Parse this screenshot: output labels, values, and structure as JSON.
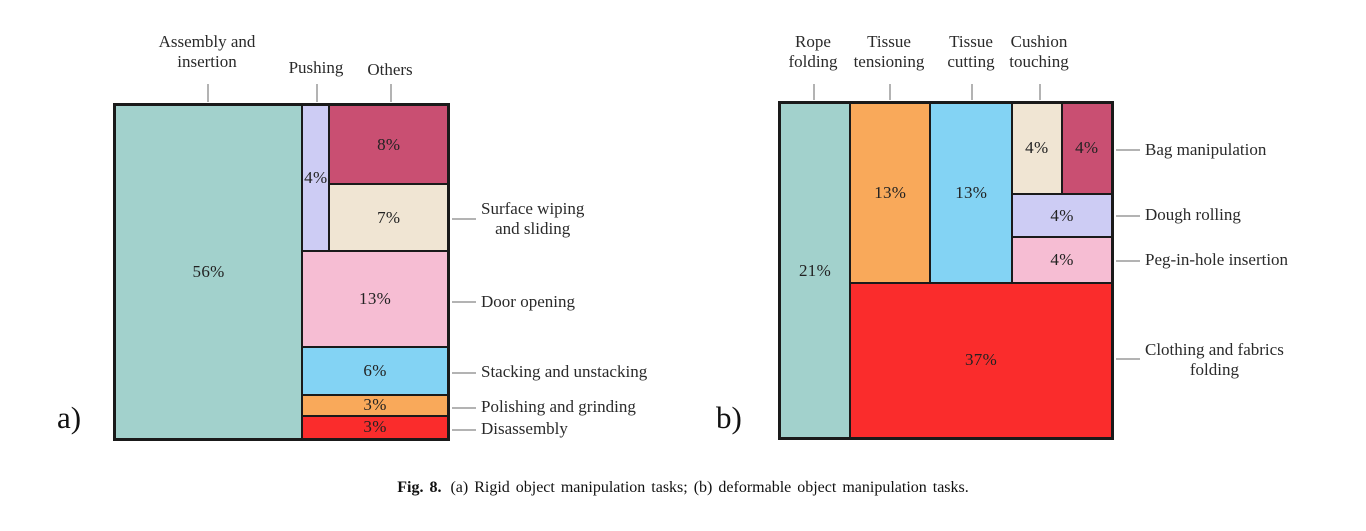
{
  "figure_caption": {
    "prefix": "Fig. 8.",
    "text": "(a) Rigid object manipulation tasks; (b) deformable object manipulation tasks."
  },
  "chart_data": [
    {
      "type": "treemap",
      "panel": "a)",
      "title": "Rigid object manipulation tasks",
      "unit": "percent",
      "blocks": [
        {
          "name": "Assembly and insertion",
          "pct": "56%",
          "value": 56,
          "color": "#a2d1cc",
          "annotation": "Assembly and\ninsertion",
          "annotation_side": "top"
        },
        {
          "name": "Pushing",
          "pct": "4%",
          "value": 4,
          "color": "#cdccf4",
          "annotation": "Pushing",
          "annotation_side": "top"
        },
        {
          "name": "Others",
          "pct": "8%",
          "value": 8,
          "color": "#c94f72",
          "annotation": "Others",
          "annotation_side": "top"
        },
        {
          "name": "Surface wiping and sliding",
          "pct": "7%",
          "value": 7,
          "color": "#f0e5d3",
          "annotation": "Surface wiping\nand sliding",
          "annotation_side": "right"
        },
        {
          "name": "Door opening",
          "pct": "13%",
          "value": 13,
          "color": "#f6bdd3",
          "annotation": "Door opening",
          "annotation_side": "right"
        },
        {
          "name": "Stacking and unstacking",
          "pct": "6%",
          "value": 6,
          "color": "#83d3f4",
          "annotation": "Stacking and unstacking",
          "annotation_side": "right"
        },
        {
          "name": "Polishing and grinding",
          "pct": "3%",
          "value": 3,
          "color": "#f9a95a",
          "annotation": "Polishing and grinding",
          "annotation_side": "right"
        },
        {
          "name": "Disassembly",
          "pct": "3%",
          "value": 3,
          "color": "#fa2c2c",
          "annotation": "Disassembly",
          "annotation_side": "right"
        }
      ]
    },
    {
      "type": "treemap",
      "panel": "b)",
      "title": "Deformable object manipulation tasks",
      "unit": "percent",
      "blocks": [
        {
          "name": "Rope folding",
          "pct": "21%",
          "value": 21,
          "color": "#a2d1cc",
          "annotation": "Rope\nfolding",
          "annotation_side": "top"
        },
        {
          "name": "Tissue tensioning",
          "pct": "13%",
          "value": 13,
          "color": "#f9a95a",
          "annotation": "Tissue\ntensioning",
          "annotation_side": "top"
        },
        {
          "name": "Tissue cutting",
          "pct": "13%",
          "value": 13,
          "color": "#83d3f4",
          "annotation": "Tissue\ncutting",
          "annotation_side": "top"
        },
        {
          "name": "Cushion touching",
          "pct": "4%",
          "value": 4,
          "color": "#f0e5d3",
          "annotation": "Cushion\ntouching",
          "annotation_side": "top"
        },
        {
          "name": "Bag manipulation",
          "pct": "4%",
          "value": 4,
          "color": "#c94f72",
          "annotation": "Bag manipulation",
          "annotation_side": "right"
        },
        {
          "name": "Dough rolling",
          "pct": "4%",
          "value": 4,
          "color": "#cdccf4",
          "annotation": "Dough rolling",
          "annotation_side": "right"
        },
        {
          "name": "Peg-in-hole insertion",
          "pct": "4%",
          "value": 4,
          "color": "#f6bdd3",
          "annotation": "Peg-in-hole insertion",
          "annotation_side": "right"
        },
        {
          "name": "Clothing and fabrics folding",
          "pct": "37%",
          "value": 37,
          "color": "#fa2c2c",
          "annotation": "Clothing and fabrics\nfolding",
          "annotation_side": "right"
        }
      ]
    }
  ]
}
